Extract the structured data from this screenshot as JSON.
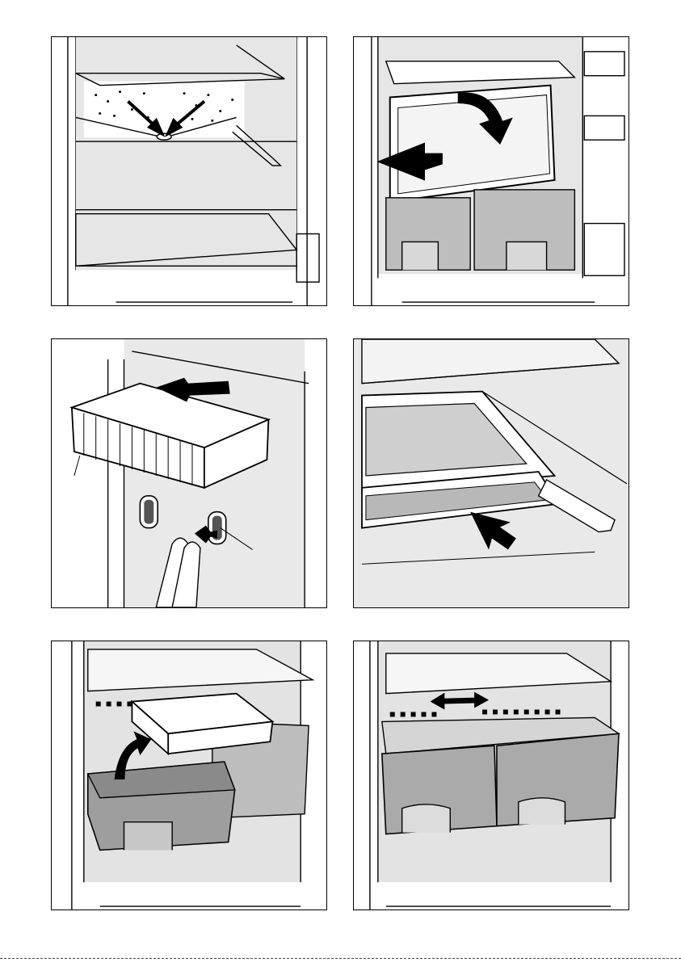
{
  "page": {
    "panels": [
      {
        "id": "p1",
        "icon": "defrost-drain-illustration"
      },
      {
        "id": "p2",
        "icon": "remove-crisper-lid-illustration"
      },
      {
        "id": "p3",
        "icon": "door-bin-removal-illustration"
      },
      {
        "id": "p4",
        "icon": "glass-shelf-insert-illustration"
      },
      {
        "id": "p5",
        "icon": "small-tray-removal-illustration"
      },
      {
        "id": "p6",
        "icon": "adjust-divider-illustration"
      }
    ]
  }
}
